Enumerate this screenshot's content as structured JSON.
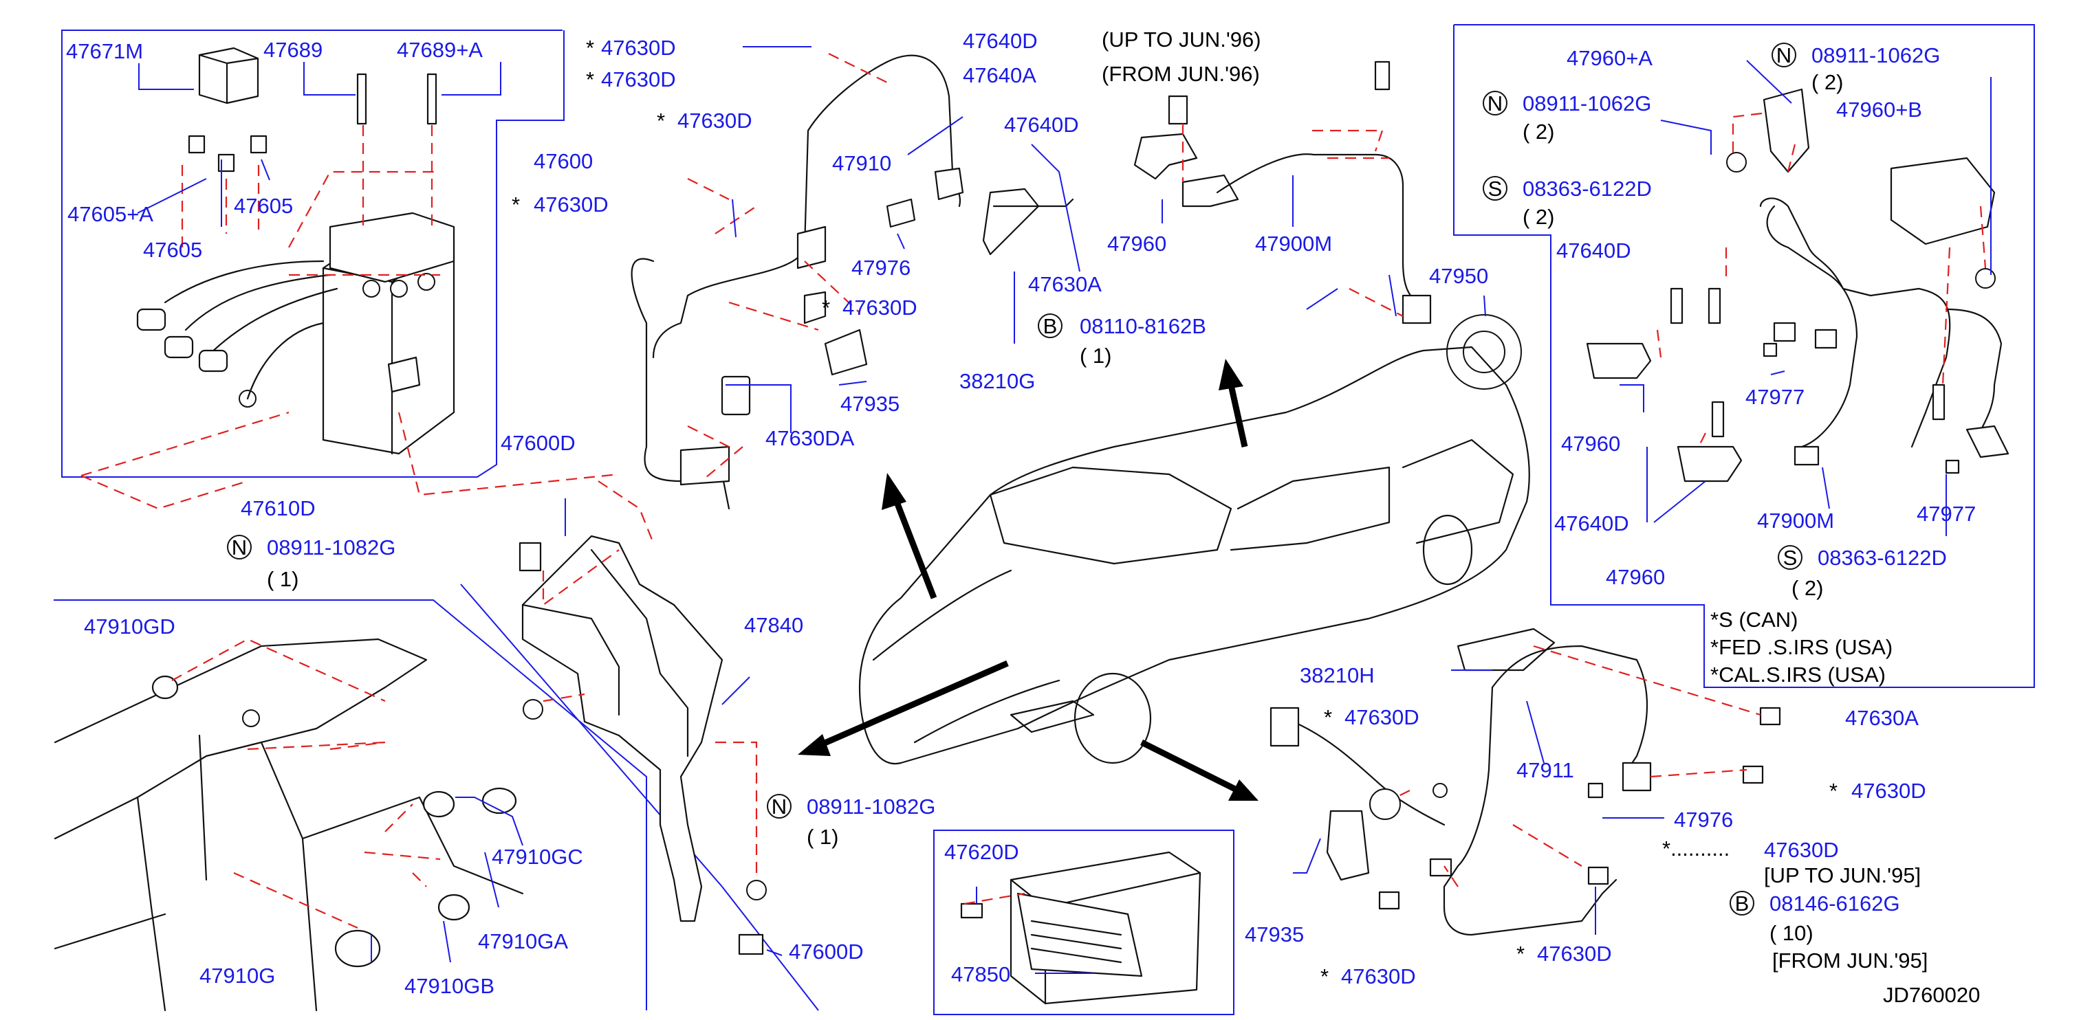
{
  "diagram": {
    "code": "JD760020",
    "notes": {
      "up_to_jun96": "(UP TO JUN.'96)",
      "from_jun96": "(FROM JUN.'96)",
      "star_s": "*S (CAN)",
      "star_fed": "*FED .S.IRS (USA)",
      "star_cal": "*CAL.S.IRS (USA)",
      "star_dots": "*..........",
      "up_to_jun95": "[UP TO JUN.'95]",
      "from_jun95": "[FROM JUN.'95]"
    },
    "qty": {
      "q1a": "( 1)",
      "q1b": "( 1)",
      "q1c": "( 1)",
      "q2a": "( 2)",
      "q2b": "( 2)",
      "q2c": "( 2)",
      "q2d": "( 2)",
      "q10": "( 10)"
    },
    "symbols": {
      "n": "N",
      "s": "S",
      "b": "B",
      "star": "*"
    },
    "labels": {
      "p47671M": "47671M",
      "p47689": "47689",
      "p47689A": "47689+A",
      "p47600": "47600",
      "p47605A": "47605+A",
      "p47605a": "47605",
      "p47605b": "47605",
      "p47610D": "47610D",
      "n08911_1082G_a": "08911-1082G",
      "p47630D_1": "47630D",
      "p47630D_2": "47630D",
      "p47630D_3": "47630D",
      "p47630D_4": "47630D",
      "p47630D_5": "47630D",
      "p47640D_a": "47640D",
      "p47640A": "47640A",
      "p47910": "47910",
      "p47976_a": "47976",
      "p47935_a": "47935",
      "p47630DA": "47630DA",
      "p47600D_a": "47600D",
      "p47640D_b": "47640D",
      "p47630A_a": "47630A",
      "p38210G": "38210G",
      "b08110_8162B": "08110-8162B",
      "p47960_a": "47960",
      "p47900M_a": "47900M",
      "p47950": "47950",
      "p47960A": "47960+A",
      "n08911_1062G_a": "08911-1062G",
      "n08911_1062G_b": "08911-1062G",
      "p47960B": "47960+B",
      "s08363_6122D_a": "08363-6122D",
      "p47640D_c": "47640D",
      "p47977_a": "47977",
      "p47960_b": "47960",
      "p47900M_b": "47900M",
      "p47977_b": "47977",
      "p47640D_d": "47640D",
      "s08363_6122D_b": "08363-6122D",
      "p47960_c": "47960",
      "p47910GD": "47910GD",
      "p47910GC": "47910GC",
      "p47910GA": "47910GA",
      "p47910G": "47910G",
      "p47910GB": "47910GB",
      "p47840": "47840",
      "n08911_1082G_b": "08911-1082G",
      "p47600D_b": "47600D",
      "p47620D": "47620D",
      "p47850": "47850",
      "p38210H": "38210H",
      "p47630D_6": "47630D",
      "p47911": "47911",
      "p47935_b": "47935",
      "p47630D_7": "47630D",
      "p47630D_8": "47630D",
      "p47630A_b": "47630A",
      "p47630D_9": "47630D",
      "p47976_b": "47976",
      "p47630D_10": "47630D",
      "b08146_6162G": "08146-6162G"
    },
    "colors": {
      "label": "#1a1ae6",
      "leader": "#e02020",
      "drawing": "#111111"
    }
  }
}
